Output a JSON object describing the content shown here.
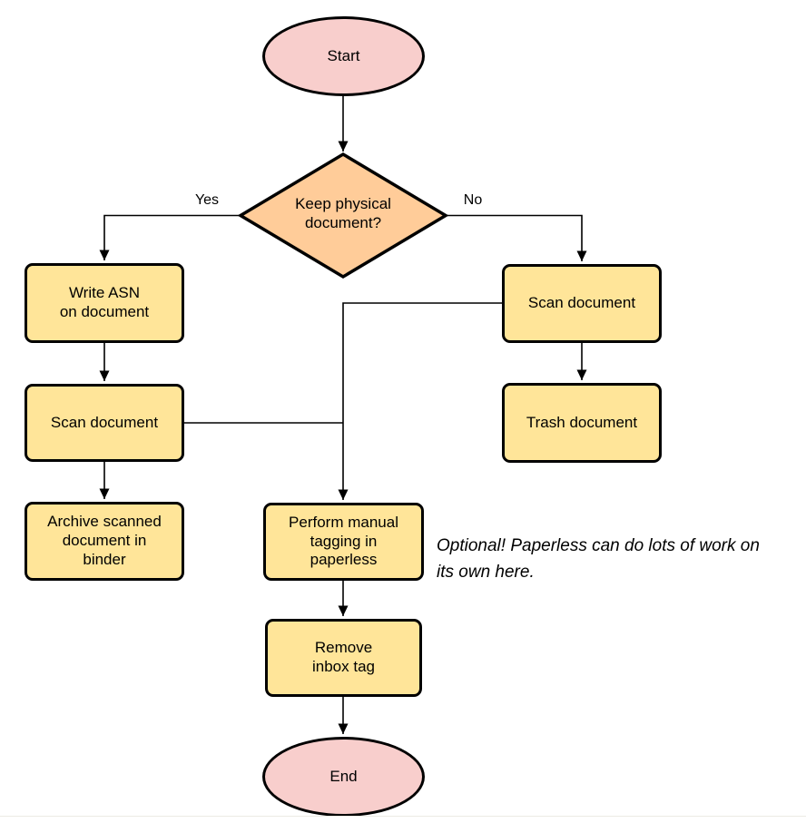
{
  "flowchart": {
    "nodes": {
      "start": {
        "label": "Start",
        "shape": "terminator"
      },
      "decision_keep_physical": {
        "label": "Keep physical\ndocument?",
        "shape": "decision"
      },
      "write_asn": {
        "label": "Write ASN\non document",
        "shape": "process"
      },
      "scan_document_left": {
        "label": "Scan document",
        "shape": "process"
      },
      "archive_scanned": {
        "label": "Archive scanned\ndocument in\nbinder",
        "shape": "process"
      },
      "scan_document_right": {
        "label": "Scan document",
        "shape": "process"
      },
      "trash_document": {
        "label": "Trash document",
        "shape": "process"
      },
      "perform_tagging": {
        "label": "Perform manual\ntagging in\npaperless",
        "shape": "process"
      },
      "remove_inbox_tag": {
        "label": "Remove\ninbox tag",
        "shape": "process"
      },
      "end": {
        "label": "End",
        "shape": "terminator"
      }
    },
    "edge_labels": {
      "yes": "Yes",
      "no": "No"
    },
    "note": "Optional! Paperless can do lots of work on\nits own here.",
    "colors": {
      "terminator_fill": "#f8cecc",
      "decision_fill": "#ffcc99",
      "process_fill": "#ffe599",
      "stroke": "#000000"
    }
  }
}
